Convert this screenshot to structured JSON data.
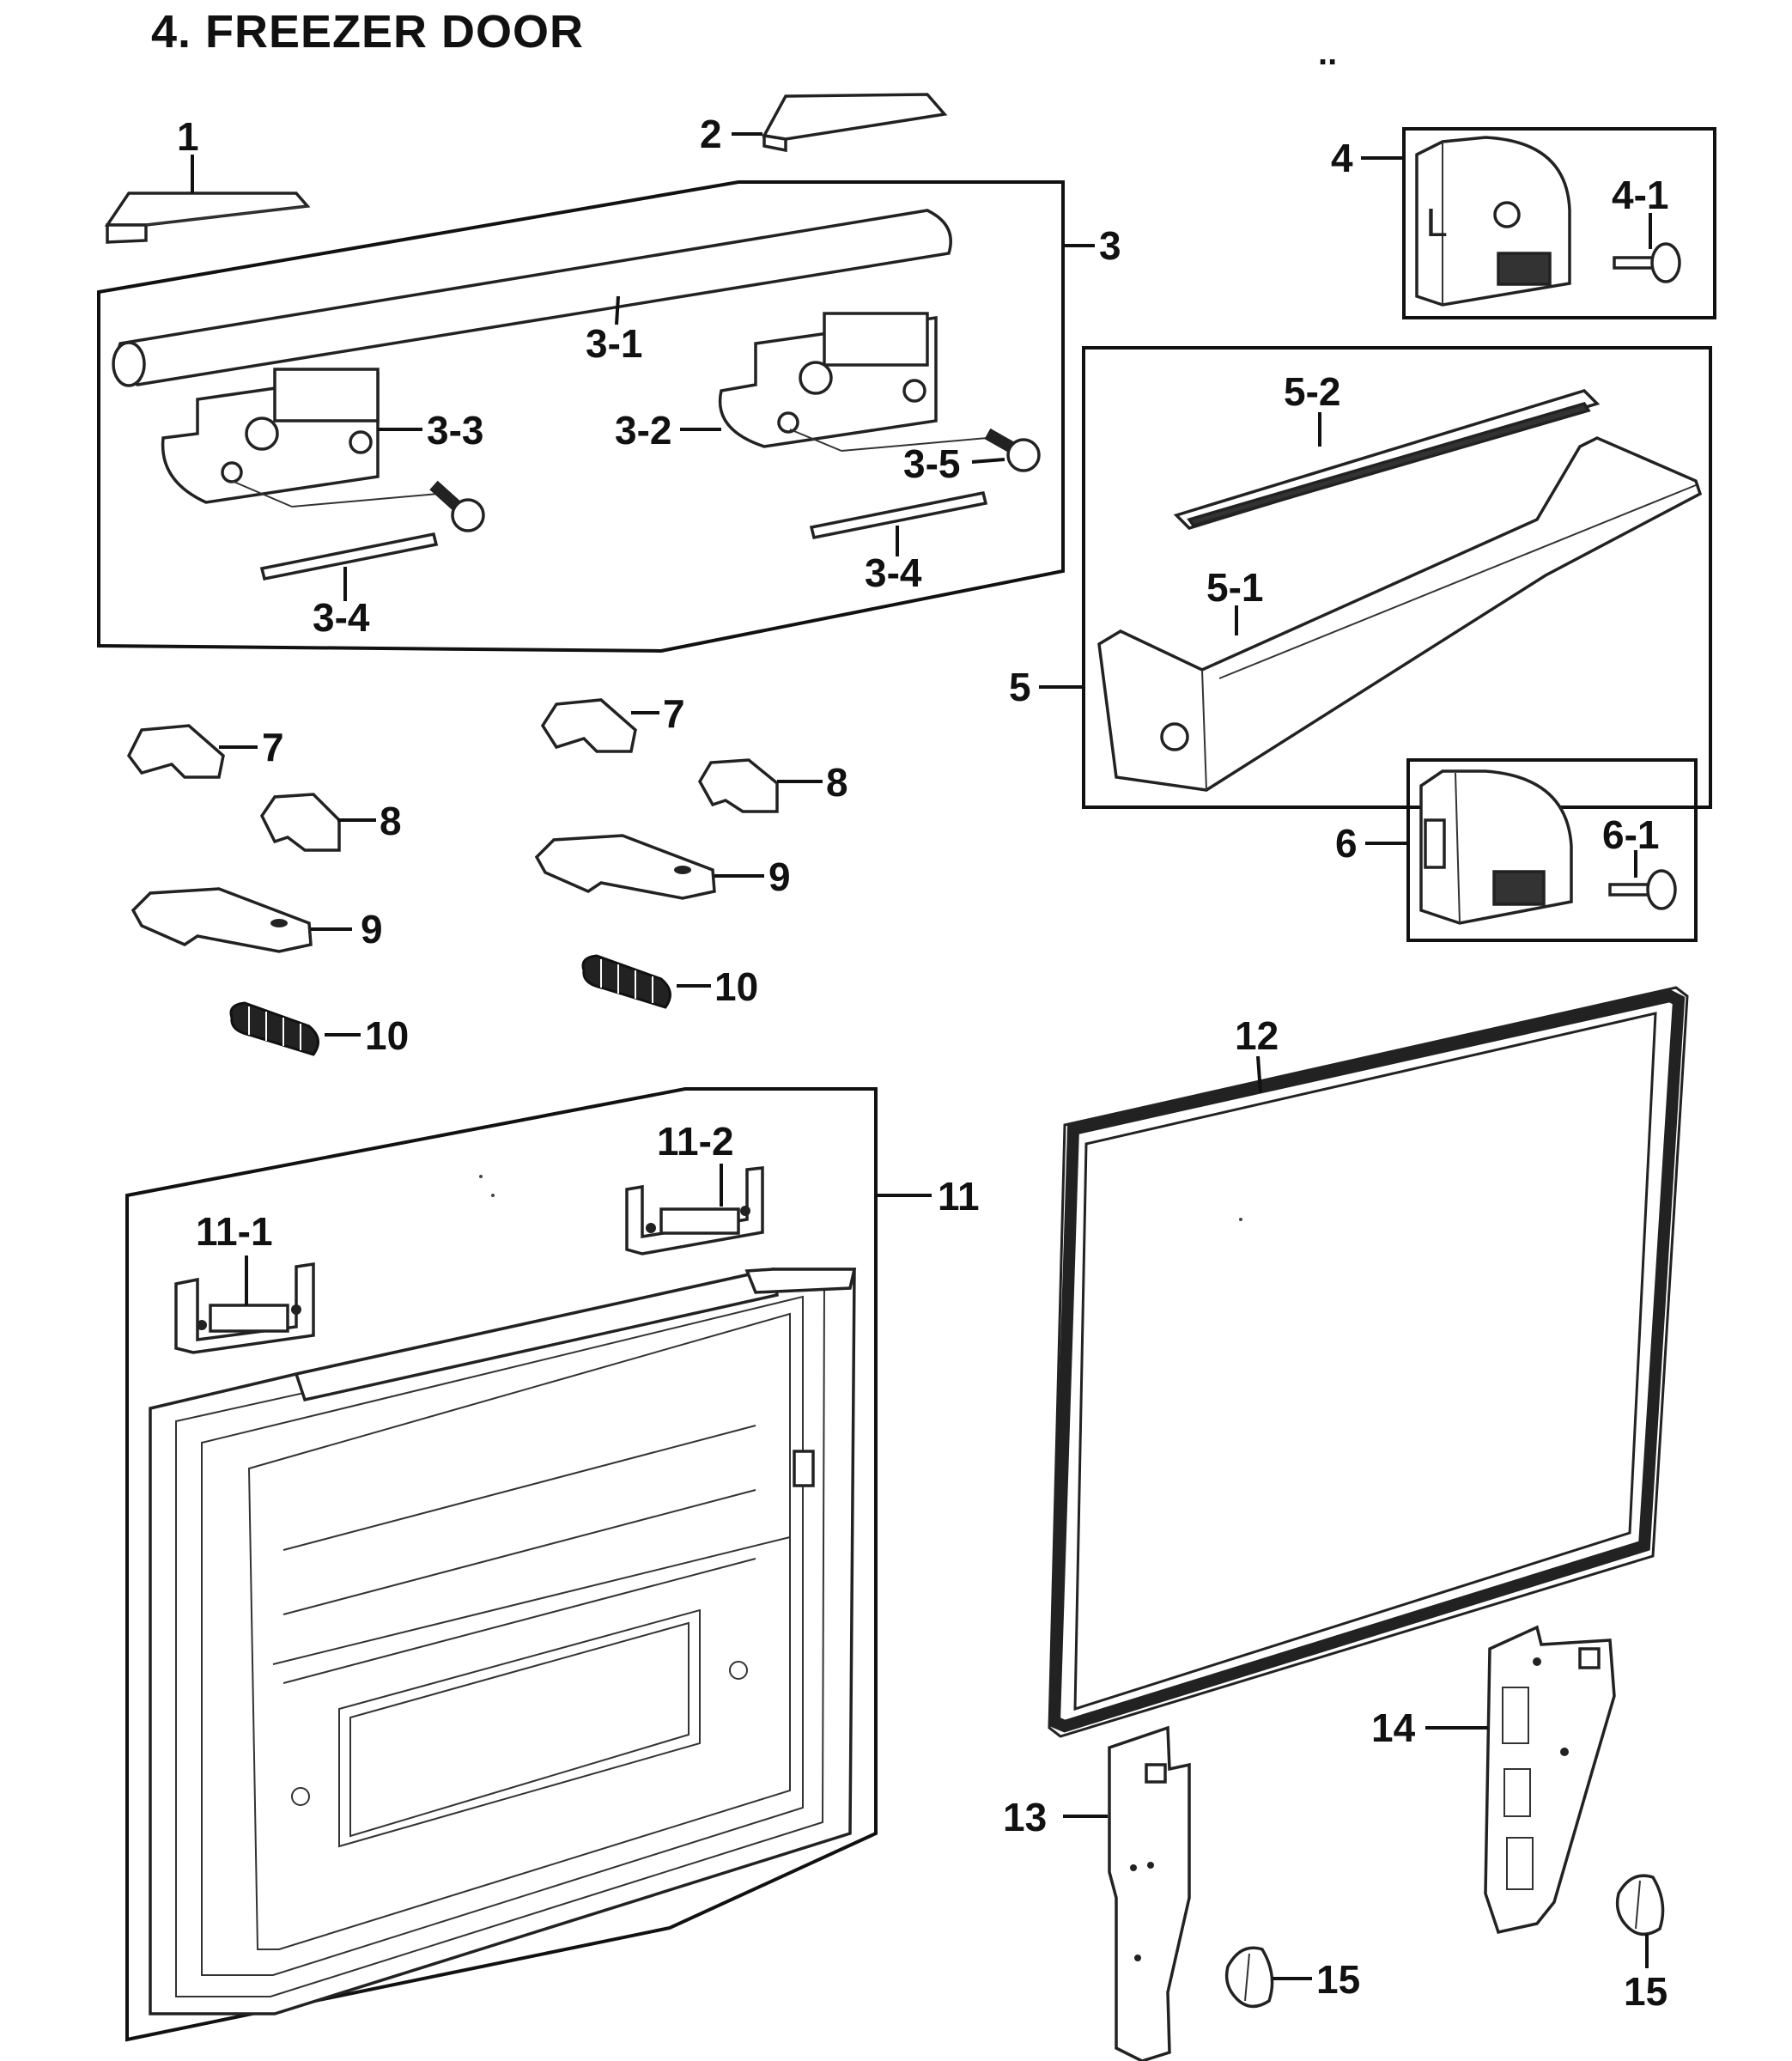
{
  "title": "4. FREEZER DOOR",
  "corner_mark": "..",
  "labels": {
    "p1": "1",
    "p2": "2",
    "p3": "3",
    "p3_1": "3-1",
    "p3_2": "3-2",
    "p3_3": "3-3",
    "p3_4a": "3-4",
    "p3_4b": "3-4",
    "p3_5": "3-5",
    "p4": "4",
    "p4_1": "4-1",
    "p5": "5",
    "p5_1": "5-1",
    "p5_2": "5-2",
    "p6": "6",
    "p6_1": "6-1",
    "p7a": "7",
    "p7b": "7",
    "p8a": "8",
    "p8b": "8",
    "p9a": "9",
    "p9b": "9",
    "p10a": "10",
    "p10b": "10",
    "p11": "11",
    "p11_1": "11-1",
    "p11_2": "11-2",
    "p12": "12",
    "p13": "13",
    "p14": "14",
    "p15a": "15",
    "p15b": "15"
  }
}
